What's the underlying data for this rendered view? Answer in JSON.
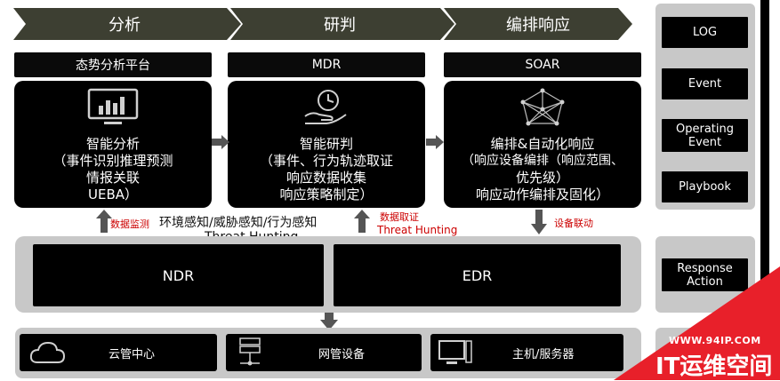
{
  "stages": [
    "分析",
    "研判",
    "编排响应"
  ],
  "columns": [
    {
      "header": "态势分析平台",
      "lines": [
        "智能分析",
        "（事件识别推理预测",
        "情报关联",
        "UEBA）"
      ]
    },
    {
      "header": "MDR",
      "lines": [
        "智能研判",
        "（事件、行为轨迹取证",
        "响应数据收集",
        "响应策略制定）"
      ]
    },
    {
      "header": "SOAR",
      "lines": [
        "编排&自动化响应",
        "（响应设备编排（响应范围、",
        "优先级）",
        "响应动作编排及固化）"
      ]
    }
  ],
  "annotations": {
    "data_monitor": "数据监测",
    "perception": "环境感知/威胁感知/行为感知",
    "threat_hunting_black": "Threat Hunting",
    "data_forensics": "数据取证",
    "threat_hunting_red": "Threat Hunting",
    "device_linkage": "设备联动"
  },
  "detection": [
    "NDR",
    "EDR"
  ],
  "devices": [
    "云管中心",
    "网管设备",
    "主机/服务器"
  ],
  "sidebar": [
    "LOG",
    "Event",
    "Operating\nEvent",
    "Playbook"
  ],
  "response_action": "Response\nAction",
  "watermark": {
    "url": "WWW.94IP.COM",
    "text": "IT运维空间"
  },
  "colors": {
    "stage_bg": "#3d3f32",
    "panel_gray": "#c8c8c8",
    "red_text": "#cc0000",
    "watermark_red": "#e8202a"
  }
}
